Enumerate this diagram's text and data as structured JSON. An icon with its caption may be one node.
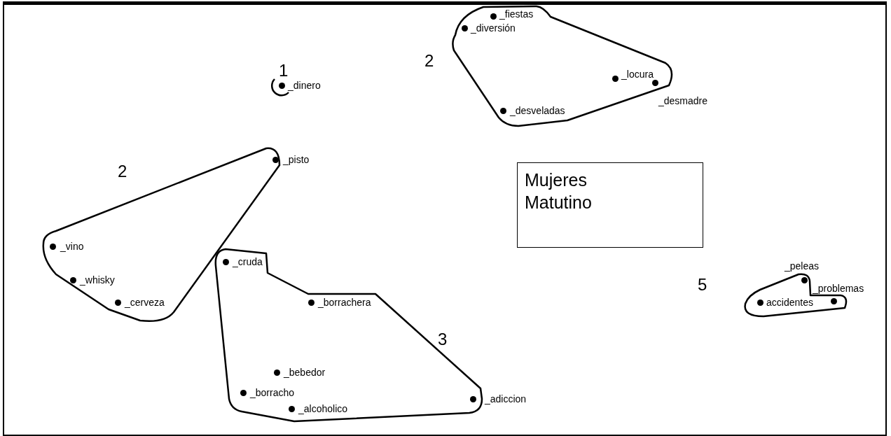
{
  "diagram": {
    "nodes": [
      {
        "text": [
          "1"
        ]
      },
      {
        "text": [
          "_dinero"
        ],
        "in": 0
      },
      {
        "text": [
          "2"
        ]
      },
      {
        "text": [
          "_fiestas"
        ],
        "in": 2
      },
      {
        "text": [
          "_diversión"
        ],
        "in": 2
      },
      {
        "text": [
          "_locura"
        ],
        "in": 2
      },
      {
        "text": [
          "_desmadre"
        ],
        "in": 2
      },
      {
        "text": [
          "_desveladas"
        ],
        "in": 2
      },
      {
        "text": [
          "2"
        ]
      },
      {
        "text": [
          "_pisto"
        ],
        "in": 8
      },
      {
        "text": [
          "_vino"
        ],
        "in": 8
      },
      {
        "text": [
          "_whisky"
        ],
        "in": 8
      },
      {
        "text": [
          "_cerveza"
        ],
        "in": 8
      },
      {
        "text": [
          "Mujeres Matutino"
        ]
      },
      {
        "text": [
          "3"
        ]
      },
      {
        "text": [
          "_cruda"
        ],
        "in": 14
      },
      {
        "text": [
          "_borrachera"
        ],
        "in": 14
      },
      {
        "text": [
          "_bebedor"
        ],
        "in": 14
      },
      {
        "text": [
          "_borracho"
        ],
        "in": 14
      },
      {
        "text": [
          "_alcoholico"
        ],
        "in": 14
      },
      {
        "text": [
          "_adiccion"
        ],
        "in": 14
      },
      {
        "text": [
          "5"
        ]
      },
      {
        "text": [
          "_peleas"
        ],
        "in": 21
      },
      {
        "text": [
          "_problemas"
        ],
        "in": 21
      },
      {
        "text": [
          "accidentes"
        ],
        "in": 21
      }
    ],
    "edges": []
  }
}
